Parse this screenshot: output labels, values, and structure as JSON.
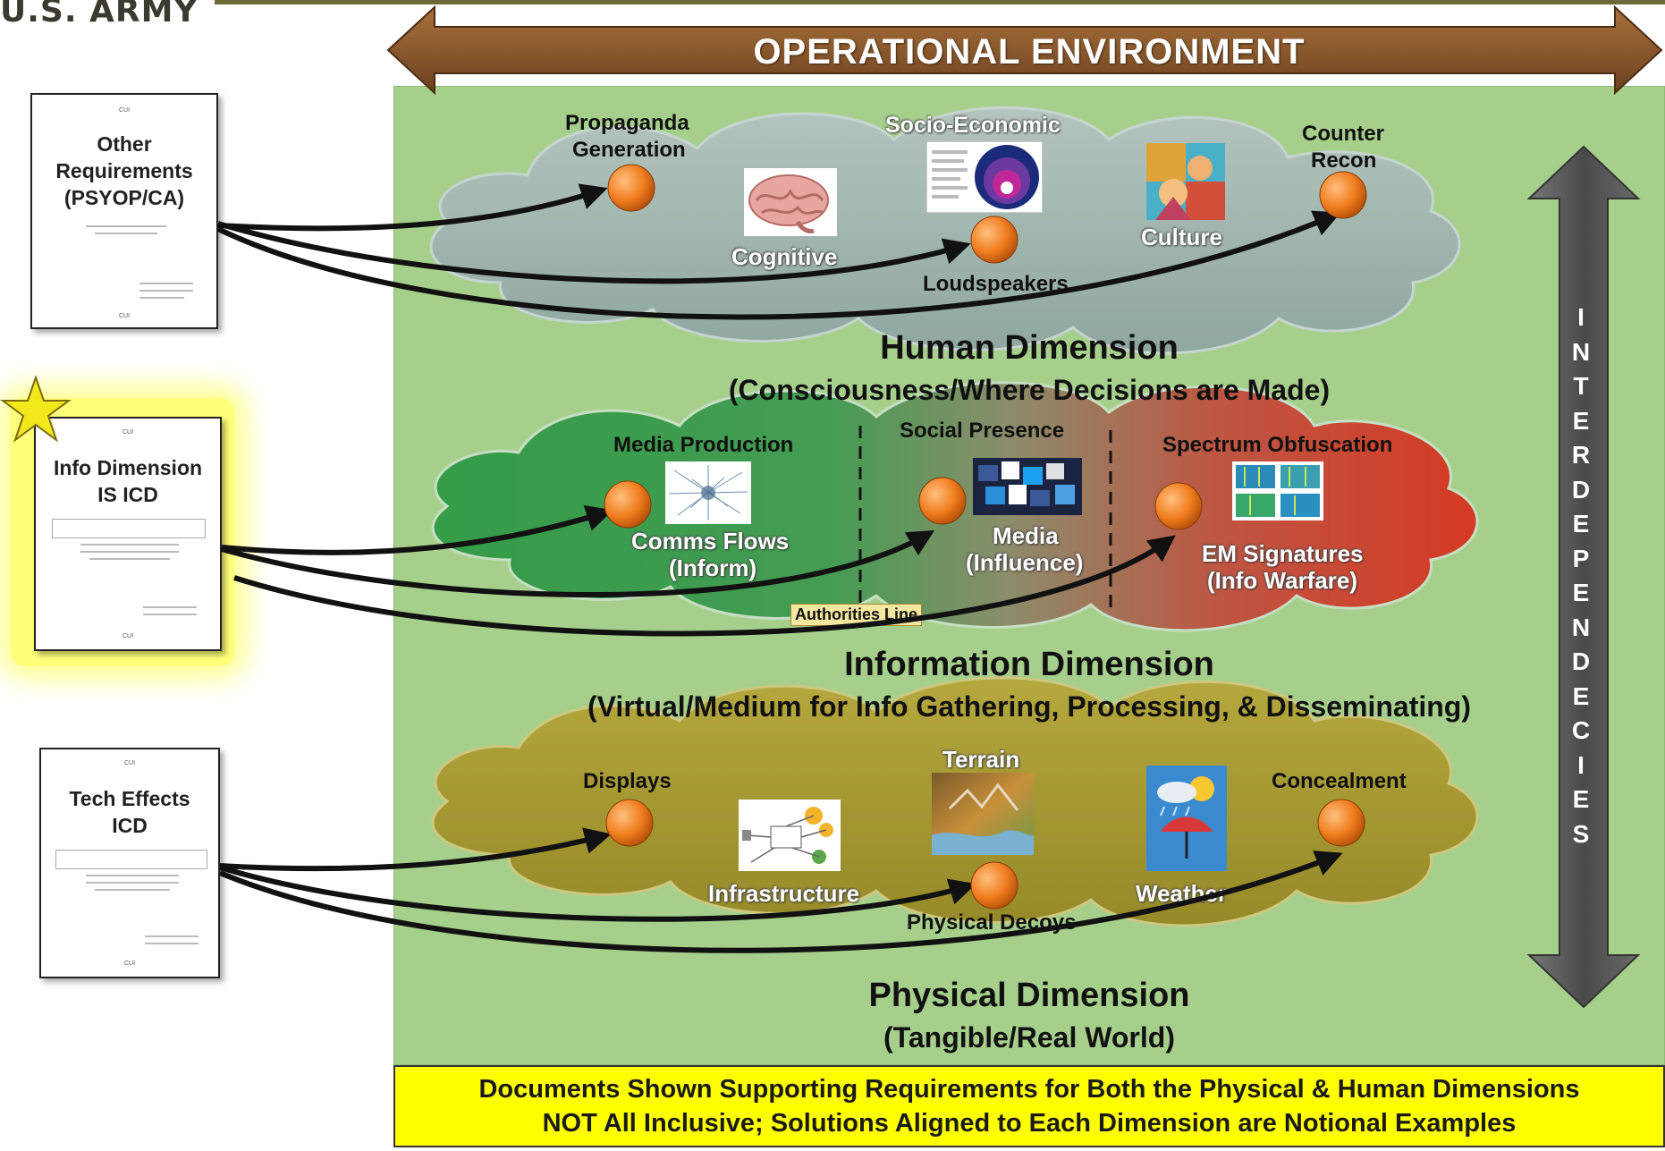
{
  "header": {
    "brand": "U.S. ARMY",
    "environment_label": "OPERATIONAL ENVIRONMENT",
    "interdependencies": "INTERDEPENDECIES"
  },
  "documents": [
    {
      "title_line1": "Other",
      "title_line2": "Requirements",
      "title_line3": "(PSYOP/CA)",
      "starred": false
    },
    {
      "title_line1": "Info Dimension",
      "title_line2": "IS ICD",
      "starred": true
    },
    {
      "title_line1": "Tech Effects",
      "title_line2": "ICD",
      "starred": false
    }
  ],
  "human": {
    "title": "Human Dimension",
    "subtitle": "(Consciousness/Where Decisions are Made)",
    "nodes": {
      "propaganda_line1": "Propaganda",
      "propaganda_line2": "Generation",
      "cognitive": "Cognitive",
      "socio_economic": "Socio-Economic",
      "loudspeakers": "Loudspeakers",
      "culture": "Culture",
      "counter_line1": "Counter",
      "counter_line2": "Recon"
    }
  },
  "information": {
    "title": "Information Dimension",
    "subtitle": "(Virtual/Medium for Info Gathering, Processing, & Disseminating)",
    "authorities_line": "Authorities Line",
    "nodes": {
      "media_production": "Media Production",
      "comms_line1": "Comms Flows",
      "comms_line2": "(Inform)",
      "social_presence": "Social Presence",
      "media_line1": "Media",
      "media_line2": "(Influence)",
      "spectrum": "Spectrum Obfuscation",
      "em_line1": "EM Signatures",
      "em_line2": "(Info Warfare)"
    }
  },
  "physical": {
    "title": "Physical Dimension",
    "subtitle": "(Tangible/Real World)",
    "nodes": {
      "displays": "Displays",
      "infrastructure": "Infrastructure",
      "terrain": "Terrain",
      "physical_decoys": "Physical Decoys",
      "weather": "Weather",
      "concealment": "Concealment"
    }
  },
  "note": {
    "line1": "Documents Shown Supporting Requirements for Both the Physical & Human Dimensions",
    "line2": "NOT All Inclusive; Solutions Aligned to Each Dimension are Notional Examples"
  },
  "colors": {
    "panel": "#a6cf8c",
    "human_cloud": "#9fb3b0",
    "info_green": "#3c9e4a",
    "info_red": "#d23a2a",
    "physical_cloud": "#a89a2e",
    "node": "#f07d1e",
    "arrow_brown": "#8b5a2b",
    "arrow_grey": "#555555",
    "note": "#ffff00"
  }
}
